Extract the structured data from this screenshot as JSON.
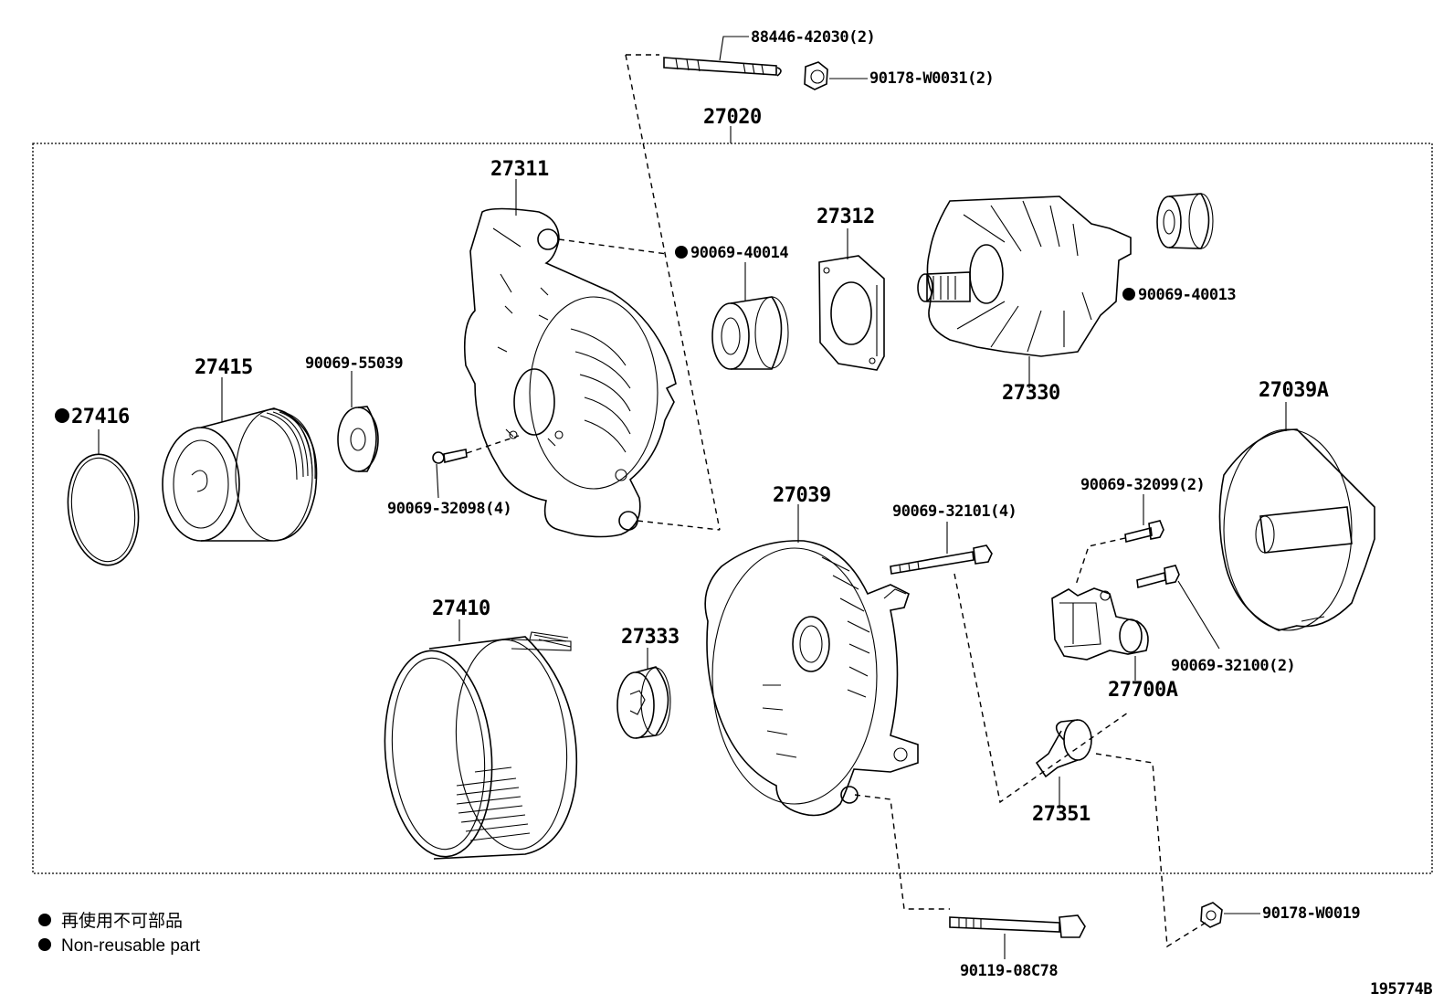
{
  "diagram": {
    "assembly_label": "27020",
    "figure_code": "195774B",
    "legend": {
      "japanese": "再使用不可部品",
      "english": "Non-reusable part"
    },
    "parts": {
      "stud_bolt": "88446-42030(2)",
      "nut_top": "90178-W0031(2)",
      "drive_end_frame": "27311",
      "bearing_front": "90069-40014",
      "retainer_plate": "27312",
      "rotor": "27330",
      "bearing_rear": "90069-40013",
      "pulley": "27415",
      "cap": "27416",
      "washer": "90069-55039",
      "frame_screw": "90069-32098(4)",
      "stator": "27410",
      "insulator": "27333",
      "rectifier_end_frame": "27039",
      "through_bolt": "90069-32101(4)",
      "rear_cover": "27039A",
      "regulator_screw_a": "90069-32099(2)",
      "regulator_screw_b": "90069-32100(2)",
      "regulator": "27700A",
      "terminal_insulator": "27351",
      "bottom_nut": "90178-W0019",
      "bottom_bolt": "90119-08C78"
    }
  }
}
